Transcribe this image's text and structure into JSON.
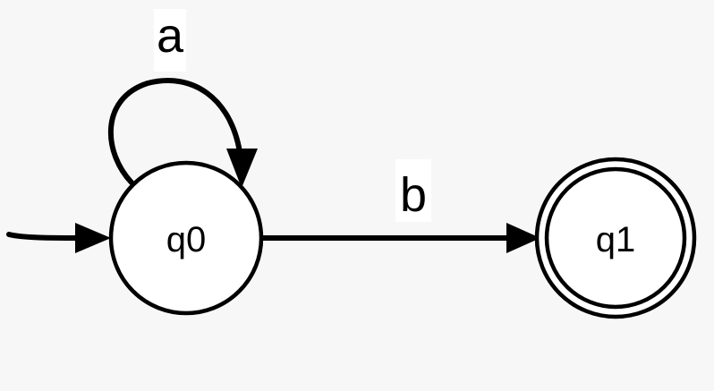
{
  "diagram": {
    "type": "finite-automaton",
    "colors": {
      "background": "#f7f7f7",
      "stroke": "#000000",
      "state_fill": "#ffffff"
    },
    "states": [
      {
        "id": "q0",
        "label": "q0",
        "initial": true,
        "accepting": false
      },
      {
        "id": "q1",
        "label": "q1",
        "initial": false,
        "accepting": true
      }
    ],
    "transitions": [
      {
        "from": "q0",
        "to": "q0",
        "label": "a"
      },
      {
        "from": "q0",
        "to": "q1",
        "label": "b"
      }
    ]
  }
}
